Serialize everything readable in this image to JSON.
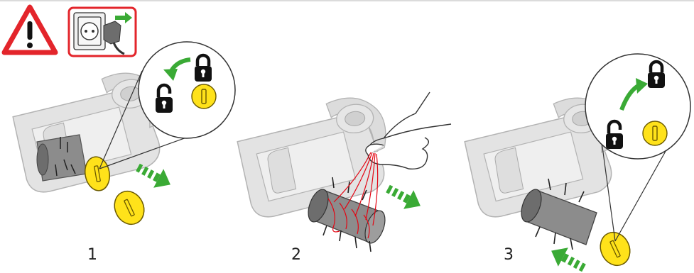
{
  "steps": [
    {
      "number": "1"
    },
    {
      "number": "2"
    },
    {
      "number": "3"
    }
  ],
  "colors": {
    "warning_red": "#e3252b",
    "arrow_green": "#3aaa35",
    "lock_yellow": "#ffe21a",
    "hair_red": "#e30613",
    "device_gray": "#d7d7d7",
    "outline_gray": "#b0b0b0",
    "lock_black": "#111111"
  },
  "icons": [
    "warning-icon",
    "unplug-icon",
    "lock-closed-icon",
    "lock-open-icon",
    "coin-slot-icon",
    "arrow-icon",
    "brush-roll-icon",
    "hand-icon"
  ]
}
